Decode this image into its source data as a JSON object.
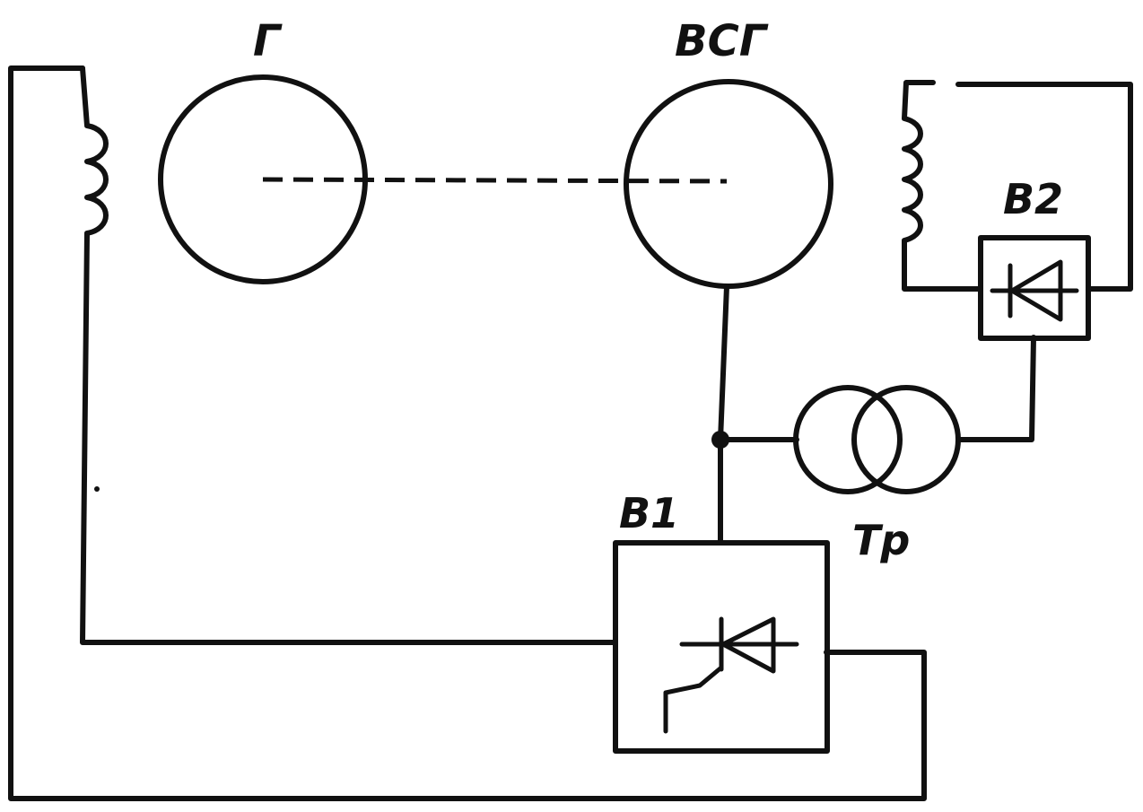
{
  "labels": {
    "generator": "Г",
    "exciter": "ВСГ",
    "rectifier1": "В1",
    "rectifier2": "В2",
    "transformer": "Тр"
  }
}
